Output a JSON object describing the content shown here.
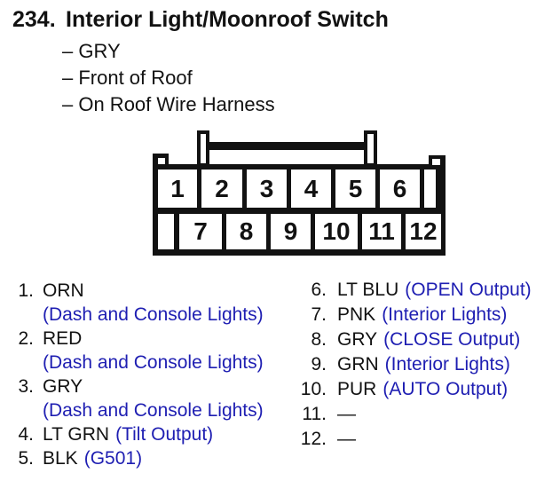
{
  "colors": {
    "function_text_blue": "#1e1eb2",
    "ink_black": "#121212"
  },
  "header": {
    "section_number": "234.",
    "title": "Interior Light/Moonroof Switch",
    "attributes": [
      "– GRY",
      "– Front of Roof",
      "– On Roof Wire Harness"
    ]
  },
  "connector": {
    "top_pins": [
      "1",
      "2",
      "3",
      "4",
      "5",
      "6"
    ],
    "bottom_pins": [
      "7",
      "8",
      "9",
      "10",
      "11",
      "12"
    ]
  },
  "pin_list_left": [
    {
      "num": "1.",
      "wire": "ORN",
      "desc": "(Dash and Console Lights)"
    },
    {
      "num": "2.",
      "wire": "RED",
      "desc": "(Dash and Console Lights)"
    },
    {
      "num": "3.",
      "wire": "GRY",
      "desc": "(Dash and Console Lights)"
    },
    {
      "num": "4.",
      "wire": "LT GRN",
      "desc": "(Tilt Output)"
    },
    {
      "num": "5.",
      "wire": "BLK",
      "desc": "(G501)"
    }
  ],
  "pin_list_right": [
    {
      "num": "6.",
      "wire": "LT BLU",
      "desc": "(OPEN Output)"
    },
    {
      "num": "7.",
      "wire": "PNK",
      "desc": "(Interior Lights)"
    },
    {
      "num": "8.",
      "wire": "GRY",
      "desc": "(CLOSE Output)"
    },
    {
      "num": "9.",
      "wire": "GRN",
      "desc": "(Interior Lights)"
    },
    {
      "num": "10.",
      "wire": "PUR",
      "desc": "(AUTO Output)"
    },
    {
      "num": "11.",
      "wire": "—",
      "desc": ""
    },
    {
      "num": "12.",
      "wire": "—",
      "desc": ""
    }
  ]
}
